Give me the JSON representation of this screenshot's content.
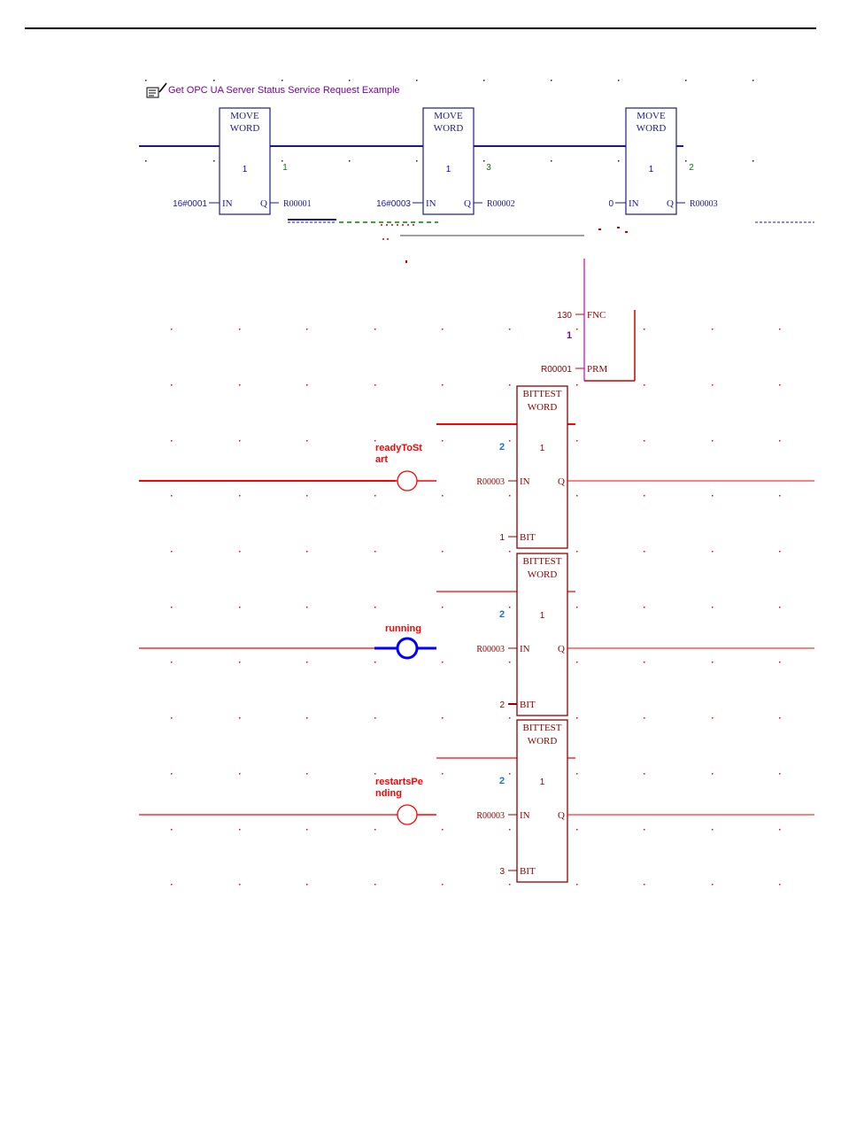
{
  "comment_text": "Get OPC UA Server Status Service Request  Example",
  "comment_icon": "note-pencil-icon",
  "colors": {
    "rule": "#000000",
    "blue": "#0000ff",
    "navy": "#1a1a8c",
    "red": "#ff0000",
    "darkred": "#8b0000",
    "green": "#008000",
    "magenta": "#cc00cc",
    "purple": "#7a00a0",
    "gray": "#808080",
    "dot": "#222222"
  },
  "move_blocks": [
    {
      "title1": "MOVE",
      "title2": "WORD",
      "length": "1",
      "count": "1",
      "in_value": "16#0001",
      "in_label": "IN",
      "q_label": "Q",
      "output": "R00001"
    },
    {
      "title1": "MOVE",
      "title2": "WORD",
      "length": "1",
      "count": "3",
      "in_value": "16#0003",
      "in_label": "IN",
      "q_label": "Q",
      "output": "R00002"
    },
    {
      "title1": "MOVE",
      "title2": "WORD",
      "length": "1",
      "count": "2",
      "in_value": "0",
      "in_label": "IN",
      "q_label": "Q",
      "output": "R00003"
    }
  ],
  "svc_req": {
    "fnc_value": "130",
    "fnc_label": "FNC",
    "length": "1",
    "prm_value": "R00001",
    "prm_label": "PRM"
  },
  "bittest_blocks": [
    {
      "title1": "BITTEST",
      "title2": "WORD",
      "left_count": "2",
      "length": "1",
      "in_value": "R00003",
      "in_label": "IN",
      "q_label": "Q",
      "bit_value": "1",
      "bit_label": "BIT",
      "coil": "readyToSt\nart",
      "coil_color": "red"
    },
    {
      "title1": "BITTEST",
      "title2": "WORD",
      "left_count": "2",
      "length": "1",
      "in_value": "R00003",
      "in_label": "IN",
      "q_label": "Q",
      "bit_value": "2",
      "bit_label": "BIT",
      "coil": "running",
      "coil_color": "blue"
    },
    {
      "title1": "BITTEST",
      "title2": "WORD",
      "left_count": "2",
      "length": "1",
      "in_value": "R00003",
      "in_label": "IN",
      "q_label": "Q",
      "bit_value": "3",
      "bit_label": "BIT",
      "coil": "restartsPe\nnding",
      "coil_color": "red"
    }
  ]
}
